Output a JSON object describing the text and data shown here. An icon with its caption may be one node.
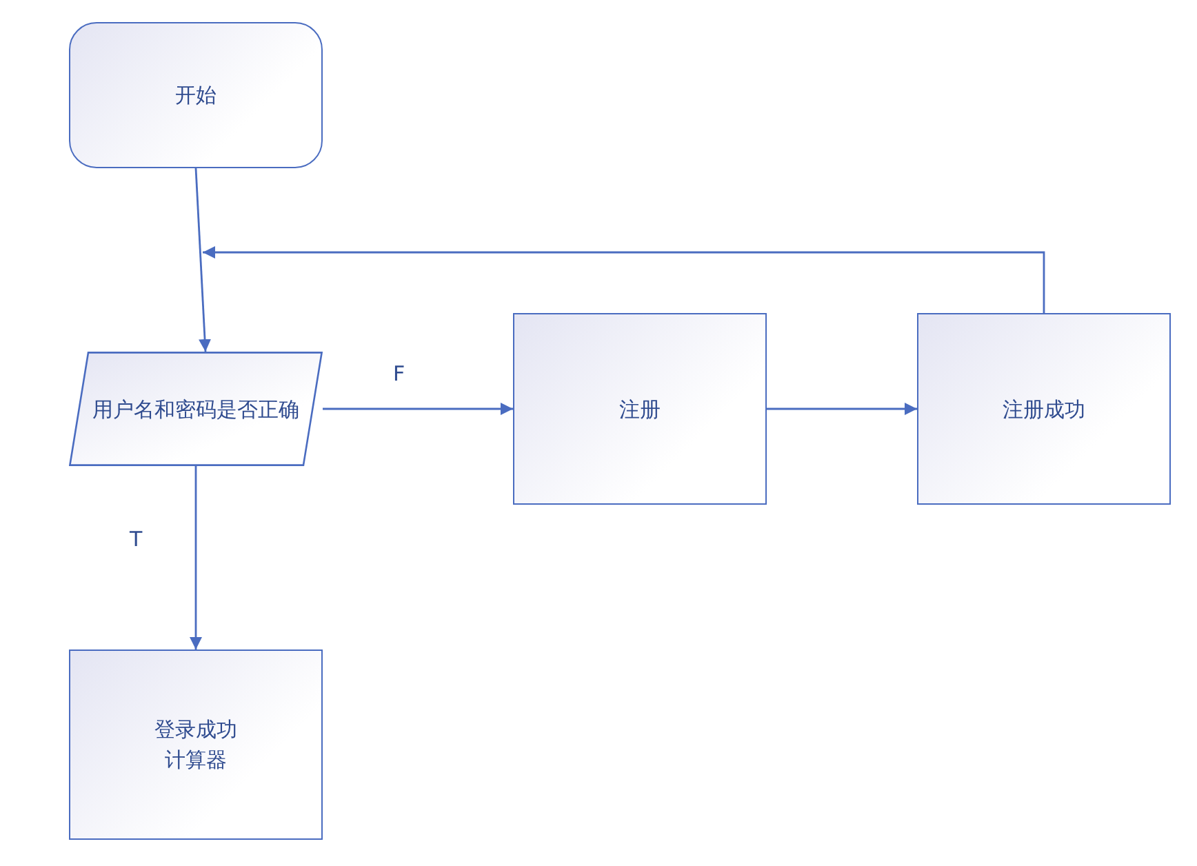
{
  "diagram": {
    "nodes": [
      {
        "text": [
          "开始"
        ]
      },
      {
        "text": [
          "用户名和密码是否正确"
        ]
      },
      {
        "text": [
          "注册"
        ]
      },
      {
        "text": [
          "注册成功"
        ]
      },
      {
        "text": [
          "登录成功",
          "计算器"
        ]
      }
    ],
    "edges": [
      {
        "from": 0,
        "to": 1,
        "arrow": "to"
      },
      {
        "from": 1,
        "to": 2,
        "arrow": "to",
        "label": "F"
      },
      {
        "from": 2,
        "to": 3,
        "arrow": "to"
      },
      {
        "from": 3,
        "to": null,
        "arrow": "to"
      },
      {
        "from": 1,
        "to": 4,
        "arrow": "to",
        "label": "T"
      }
    ]
  }
}
